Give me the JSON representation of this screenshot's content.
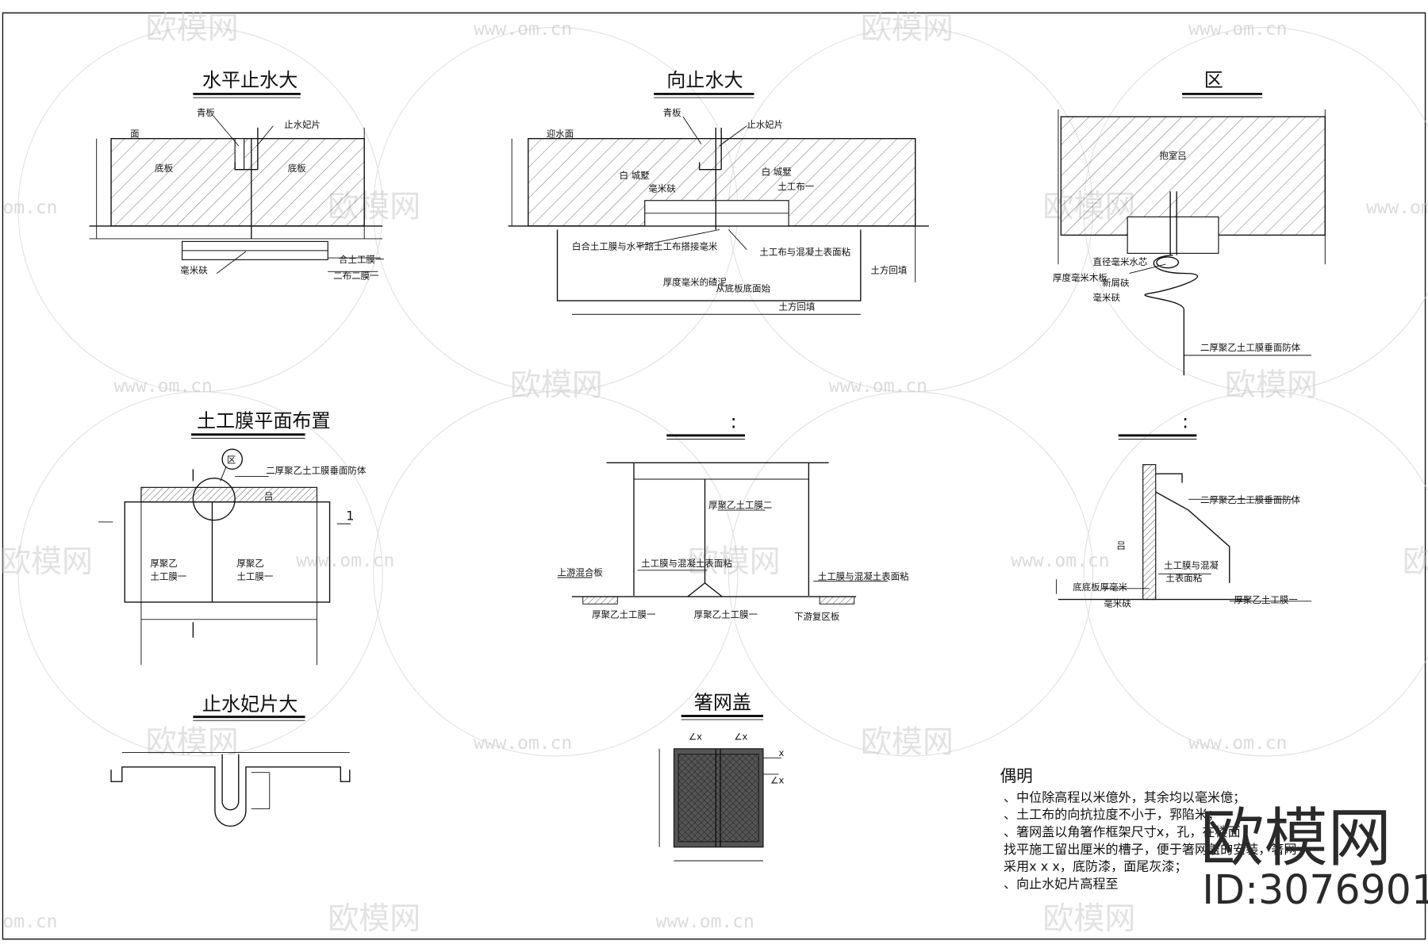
{
  "titles": {
    "horizontal": "水平止水大",
    "vertical": "向止水大",
    "zone": "区",
    "geo_plan": "土工膜平面布置",
    "section_a": ":",
    "section_b": ":",
    "waterstop": "止水妃片大",
    "grating": "箸网盖"
  },
  "labels": {
    "h_qingban": "青板",
    "h_zhishui": "止水妃片",
    "h_mian": "面",
    "h_diban_left": "底板",
    "h_diban_right": "底板",
    "h_hetugong": "合土工膜一",
    "h_haomi": "毫米砆",
    "h_sanbu": "二布二膜一",
    "v_qingban": "青板",
    "v_zhishui": "止水妃片",
    "v_yingshui": "迎水面",
    "v_left_note": "白 城墅",
    "v_haomi": "毫米砆",
    "v_right_note": "白 城墅",
    "v_tugongbu": "土工布一",
    "v_bottom1": "白合土工膜与水平踣土工布搭接毫米",
    "v_bottom2": "土工布与混凝土表面粘",
    "v_houdu": "厚度毫米的碴泥",
    "v_cong": "从底板底面始",
    "v_tufang1": "土方回填",
    "v_tufang2": "土方回填",
    "z_tiaoshi": "抱室吕",
    "z_zhijing": "直径毫米水芯",
    "z_houdu": "厚度毫米木板",
    "z_xinjiang": "新屑砆",
    "z_haomi": "毫米砆",
    "z_erhou": "二厚聚乙土工膜垂面防体",
    "g_zone": "区",
    "g_erhou": "二厚聚乙土工膜垂面防体",
    "g_lv": "吕",
    "g_left1": "厚聚乙",
    "g_left2": "土工膜一",
    "g_right1": "厚聚乙",
    "g_right2": "土工膜一",
    "g_mark": "1",
    "a_houju2": "厚聚乙土工膜二",
    "a_shangyou": "上游混合板",
    "a_tugong": "土工膜与混凝土表面粘",
    "a_tugong_right": "土工膜与混凝土表面粘",
    "a_houju1_left": "厚聚乙土工膜一",
    "a_houju1_mid": "厚聚乙土工膜一",
    "a_xiayou": "下游复区板",
    "b_erhou": "二厚聚乙土工膜垂面防体",
    "b_lv": "吕",
    "b_tugong": "土工膜与混凝",
    "b_tubiao": "土表面粘",
    "b_didi": "底底板厚毫米",
    "b_haomi": "毫米砆",
    "b_houju": "厚聚乙土工膜一",
    "gr_x1": "∠x",
    "gr_x2": "∠x",
    "gr_x3": "x",
    "gr_x4": "∠x"
  },
  "notes": {
    "heading": "偶明",
    "lines": [
      "、中位除高程以米億外，其余均以毫米億；",
      "、土工布的向抗拉度不小于，郛陷米；",
      "、箸网盖以角箸作框架尺寸x，孔，在楼面",
      "找平施工留出厘米的槽子，便于箸网盖的安装，箸网",
      "采用x x x，底防漆，面尾灰漆；",
      "、向止水妃片高程至"
    ]
  },
  "watermark": {
    "brand": "欧模网",
    "url": "www.om.cn",
    "url_short": "om.cn"
  },
  "logo": {
    "name": "欧模网",
    "id": "ID:3076901"
  }
}
